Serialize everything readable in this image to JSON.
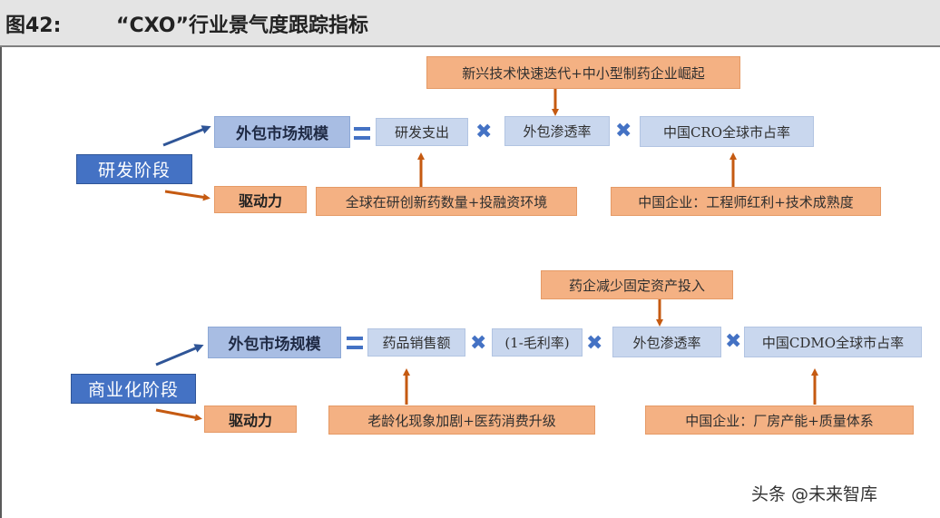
{
  "header": {
    "figure_label": "图42:",
    "title": "“CXO”行业景气度跟踪指标"
  },
  "rd_stage": {
    "stage_label": "研发阶段",
    "market_size": "外包市场规模",
    "rd_spending": "研发支出",
    "penetration": "外包渗透率",
    "global_share": "中国CRO全球市占率",
    "top_driver": "新兴技术快速迭代+中小型制药企业崛起",
    "driver_label": "驱动力",
    "driver_1": "全球在研创新药数量+投融资环境",
    "driver_2": "中国企业：工程师红利+技术成熟度"
  },
  "commercial_stage": {
    "stage_label": "商业化阶段",
    "market_size": "外包市场规模",
    "drug_sales": "药品销售额",
    "gross_margin": "(1-毛利率)",
    "penetration": "外包渗透率",
    "global_share": "中国CDMO全球市占率",
    "top_driver": "药企减少固定资产投入",
    "driver_label": "驱动力",
    "driver_1": "老龄化现象加剧+医药消费升级",
    "driver_2": "中国企业：厂房产能+质量体系"
  },
  "watermark": "头条 @未来智库",
  "colors": {
    "blue_arrow": "#2f5597",
    "orange_arrow": "#c55a11",
    "stage_box": "#4472c4",
    "salmon_box": "#f4b183",
    "light_blue_box": "#c9d7ee"
  }
}
